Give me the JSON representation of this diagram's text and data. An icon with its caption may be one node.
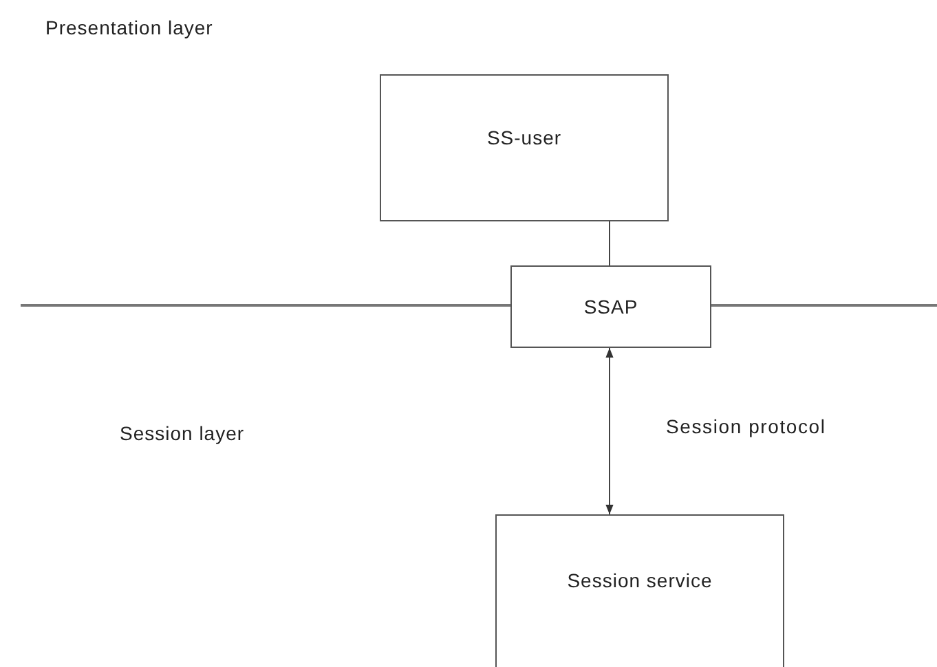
{
  "diagram": {
    "nodes": [
      {
        "text": [
          "SS-user"
        ]
      },
      {
        "text": [
          "SSAP"
        ]
      },
      {
        "text": [
          "Session service"
        ]
      }
    ],
    "edges": [
      {
        "from": 0,
        "to": 1,
        "arrow": "none"
      },
      {
        "from": 1,
        "to": 2,
        "arrow": "both",
        "label": "Session protocol"
      }
    ],
    "labels": [
      "Presentation layer",
      "Session layer"
    ]
  }
}
